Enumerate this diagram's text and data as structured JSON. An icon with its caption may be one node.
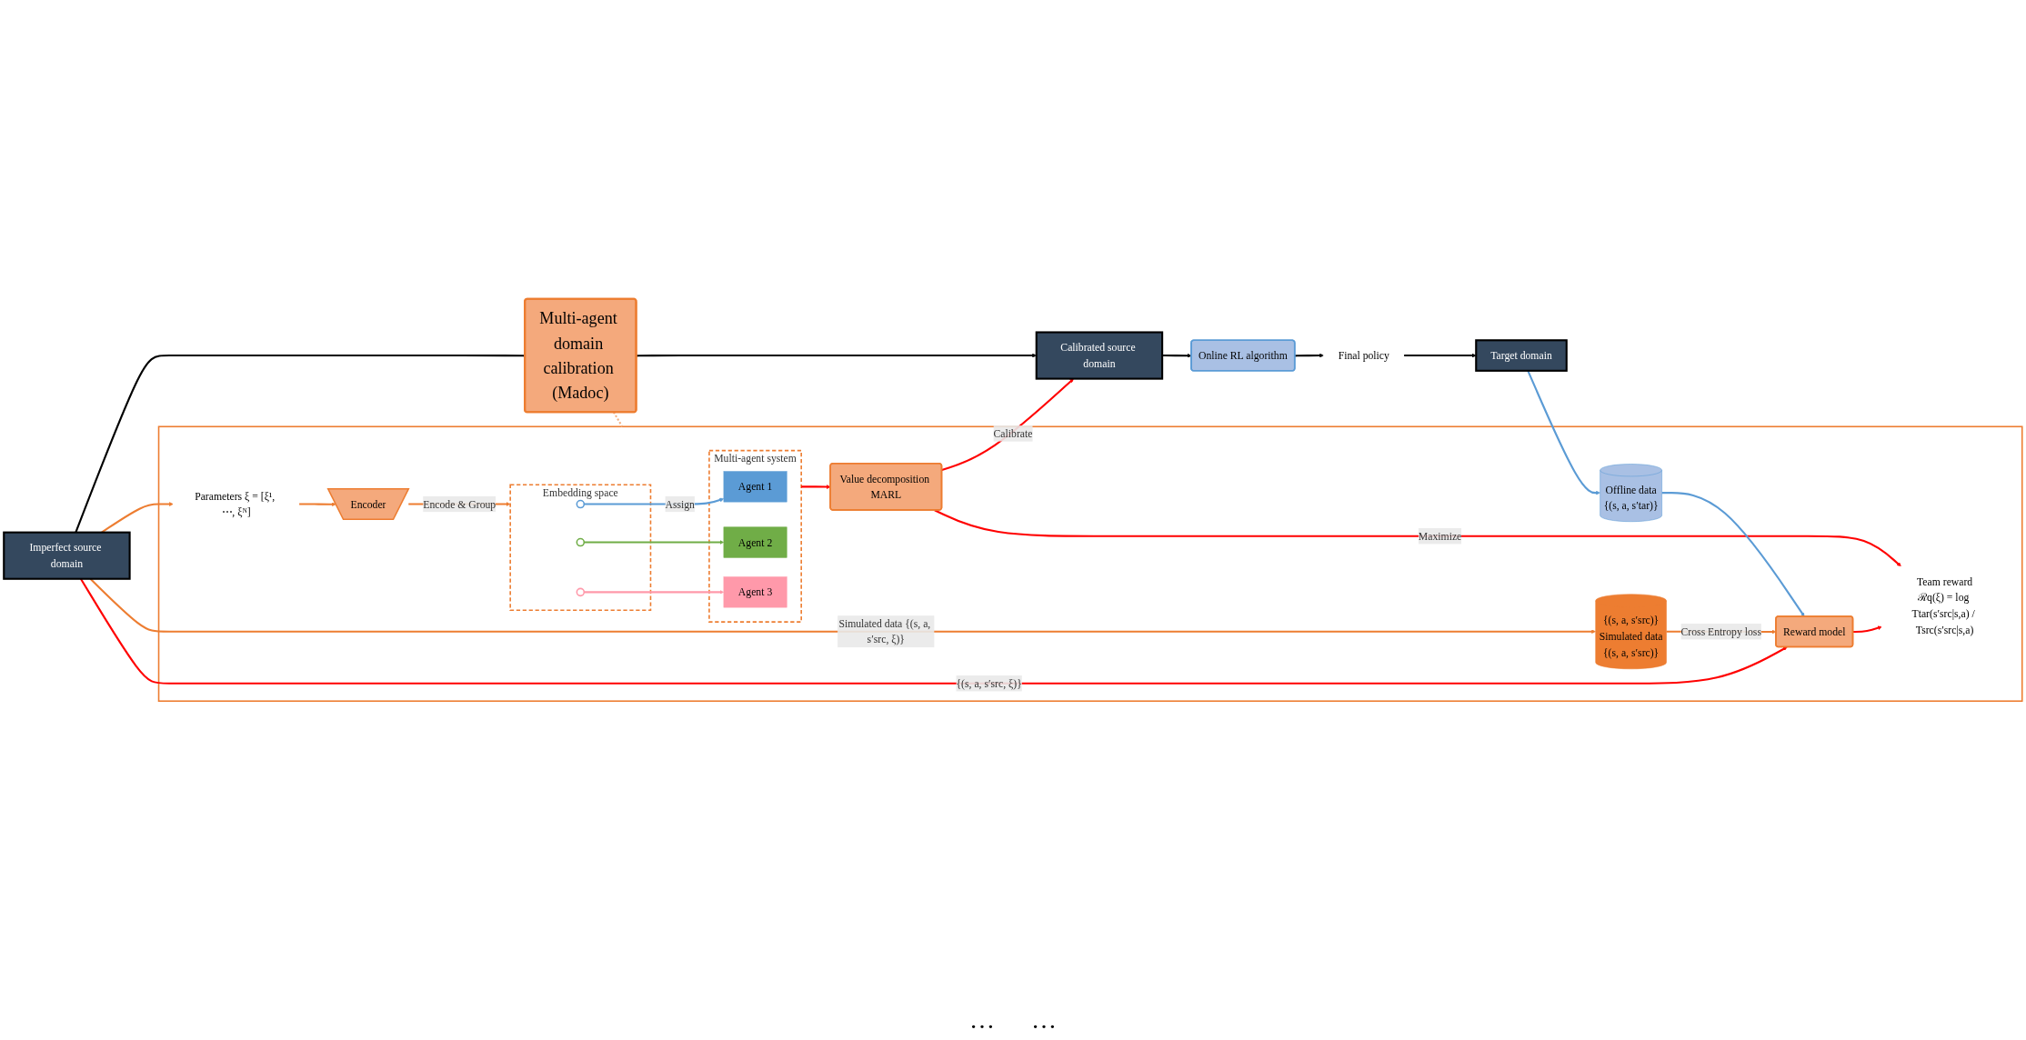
{
  "diagram": {
    "nodes": [
      {
        "text": [
          "Imperfect source domain"
        ]
      },
      {
        "text": [
          "Multi-agent domain calibration (Madoc)"
        ]
      },
      {
        "text": [
          "Calibrated source domain"
        ]
      },
      {
        "text": [
          "Online RL algorithm"
        ]
      },
      {
        "text": [
          "Final policy"
        ]
      },
      {
        "text": [
          "Target domain"
        ]
      },
      {
        "text": [],
        "shape": "box"
      },
      {
        "text": [
          "Parameters ξ = [ξ¹, ⋯, ξᴺ]"
        ],
        "in": 6
      },
      {
        "text": [
          "Encoder"
        ],
        "in": 6
      },
      {
        "text": [
          "Embedding space"
        ],
        "in": 6
      },
      {
        "text": [],
        "shape": "circle",
        "in": 9
      },
      {
        "text": [],
        "shape": "circle",
        "in": 9
      },
      {
        "text": [],
        "shape": "circle",
        "in": 9
      },
      {
        "text": [
          "Multi-agent system"
        ],
        "in": 6
      },
      {
        "text": [
          "Agent 1"
        ],
        "in": 13
      },
      {
        "text": [
          "Agent 2"
        ],
        "in": 13
      },
      {
        "text": [
          "Agent 3"
        ],
        "in": 13
      },
      {
        "text": [
          "Value decomposition MARL"
        ],
        "in": 6
      },
      {
        "text": [
          "{(s, a, s′src)}",
          "Simulated data",
          "{(s, a, s′src)}"
        ],
        "in": 6
      },
      {
        "text": [
          "Offline data",
          "{(s, a, s′tar)}"
        ],
        "in": 6
      },
      {
        "text": [
          "Reward model"
        ],
        "in": 6
      },
      {
        "text": [
          "Team reward",
          "ℛq(ξ) = log Ttar(s′src|s,a) / Tsrc(s′src|s,a)"
        ],
        "in": 6
      }
    ],
    "edges": [
      {
        "from": 0,
        "to": 1,
        "arrow": "none"
      },
      {
        "from": 1,
        "to": 2,
        "arrow": "to"
      },
      {
        "from": 2,
        "to": 3,
        "arrow": "to"
      },
      {
        "from": 3,
        "to": 4,
        "arrow": "to"
      },
      {
        "from": 4,
        "to": 5,
        "arrow": "to"
      },
      {
        "from": 1,
        "to": 6,
        "arrow": "none",
        "style": "dashed",
        "color": "#f4b183"
      },
      {
        "from": 5,
        "to": 19,
        "arrow": "to",
        "color": "#5b9bd5"
      },
      {
        "from": 0,
        "to": 7,
        "arrow": "to",
        "color": "#ed7d31"
      },
      {
        "from": 0,
        "to": 18,
        "arrow": "to",
        "label": "Simulated data {(s, a, s′src, ξ)}",
        "color": "#ed7d31"
      },
      {
        "from": 0,
        "to": 20,
        "arrow": "to",
        "label": "{(s, a, s′src, ξ)}",
        "color": "#ff0000"
      },
      {
        "from": 7,
        "to": 8,
        "arrow": "to",
        "color": "#ed7d31"
      },
      {
        "from": 8,
        "to": 9,
        "arrow": "to",
        "label": "Encode & Group",
        "color": "#ed7d31"
      },
      {
        "from": 10,
        "to": 14,
        "arrow": "to",
        "label": "Assign",
        "color": "#5b9bd5"
      },
      {
        "from": 11,
        "to": 15,
        "arrow": "to",
        "color": "#70ad47"
      },
      {
        "from": 12,
        "to": 16,
        "arrow": "to",
        "color": "#ff99aa"
      },
      {
        "from": 13,
        "to": 17,
        "arrow": "to",
        "color": "#ff0000"
      },
      {
        "from": 17,
        "to": 2,
        "arrow": "to",
        "label": "Calibrate",
        "color": "#ff0000"
      },
      {
        "from": 17,
        "to": 21,
        "arrow": "to",
        "label": "Maximize",
        "color": "#ff0000"
      },
      {
        "from": 18,
        "to": 20,
        "arrow": "to",
        "label": "Cross Entropy loss",
        "color": "#ed7d31"
      },
      {
        "from": 19,
        "to": 20,
        "arrow": "to",
        "color": "#5b9bd5"
      },
      {
        "from": 20,
        "to": 21,
        "arrow": "to",
        "color": "#ff0000"
      }
    ],
    "labels": [
      "…",
      "…"
    ]
  }
}
